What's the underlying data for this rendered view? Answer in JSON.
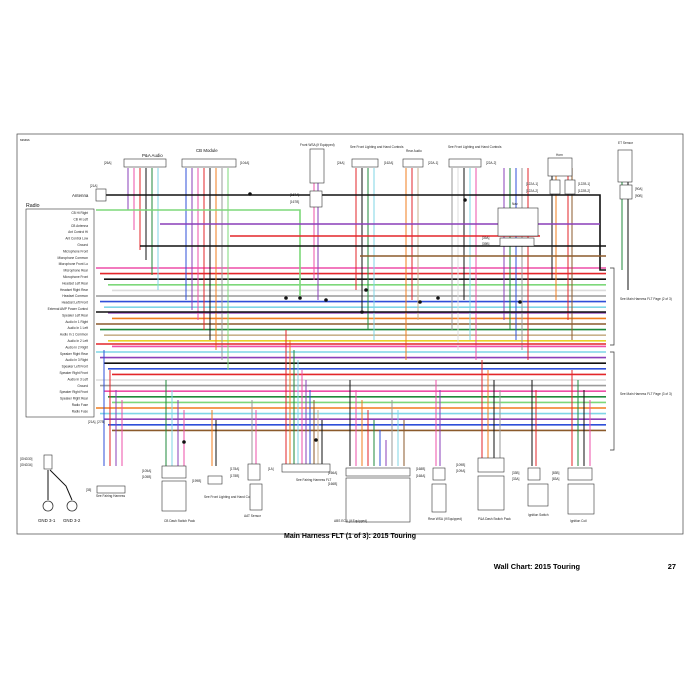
{
  "colors": {
    "black": "#111111",
    "red": "#e3262a",
    "green": "#1f8a3b",
    "lightgreen": "#7dd87a",
    "blue": "#2f4fd8",
    "lightblue": "#7fd6e6",
    "violet": "#8a3fb8",
    "pink": "#ee4fa8",
    "orange": "#f07c1e",
    "yellow": "#e8d22c",
    "brown": "#8b5a2b",
    "gray": "#9a9a9a",
    "tan": "#c8b28c",
    "white": "#dcdcdc"
  },
  "doc_id": "ssssss",
  "caption": "Main Harness FLT (1 of 3): 2015 Touring",
  "footer": {
    "left": "Wall Chart: 2015 Touring",
    "page": "27"
  },
  "components": {
    "radio": {
      "label": "Radio",
      "connector": "[21A], [27B]"
    },
    "pa_audio": {
      "label": "P&A Audio",
      "connector": "[26A]"
    },
    "cb_module": {
      "label": "CB Module",
      "connector": "[104A]"
    },
    "antenna": {
      "label": "Antenna",
      "connector": "[21A]"
    },
    "front_wsa": {
      "label": "Front WSA (If Equipped)",
      "connectors": [
        "[167A]",
        "[167B]"
      ]
    },
    "front_lighting_1": {
      "label": "See Front Lighting and Hand Controls",
      "connector": "[24A]"
    },
    "rear_audio": {
      "label": "Rear Audio",
      "connector": "[162A]"
    },
    "front_lighting_2": {
      "label": "See Front Lighting and Hand Controls",
      "connectors": [
        "[22A-1]",
        "[22A-2]"
      ]
    },
    "horn": {
      "label": "Horn",
      "connectors": [
        "[122A-1]",
        "[122A-2]",
        "[122B-1]",
        "[122B-2]"
      ]
    },
    "et_sensor": {
      "label": "ET Sensor",
      "connectors": [
        "[90A]",
        "[90B]"
      ]
    },
    "nav": {
      "label": "Nav",
      "connectors": [
        "[39A]",
        "[39B]"
      ]
    },
    "see_main_2": {
      "label": "See Main Harness FLT Page (2 of 3)"
    },
    "see_main_3": {
      "label": "See Main Harness FLT Page (3 of 3)"
    },
    "gnd": {
      "labels": [
        "GND 3-1",
        "GND 3-2"
      ],
      "connectors": [
        "[GND30]",
        "[GND34]"
      ]
    },
    "fairing": {
      "label": "See Fairing Harness",
      "connector": "[35]"
    },
    "cb_switch": {
      "label": "CB Dash Switch Pack",
      "connectors": [
        "[105A]",
        "[105B]"
      ]
    },
    "front_lighting_3": {
      "label": "See Front Lighting and Hand Controls",
      "connector": "[199B]"
    },
    "aat_sensor": {
      "label": "AAT Sensor",
      "connectors": [
        "[178A]",
        "[178B]"
      ]
    },
    "fairing_flt": {
      "label": "See Fairing Harness FLT",
      "connector": "[1A]"
    },
    "abs_ecu": {
      "label": "ABS ECU (If Equipped)",
      "connectors": [
        "[166A]",
        "[166B]"
      ]
    },
    "rear_wsa": {
      "label": "Rear WSA (If Equipped)",
      "connectors": [
        "[168B]",
        "[168A]"
      ]
    },
    "pa_switch": {
      "label": "P&A Dash Switch Pack",
      "connectors": [
        "[109B]",
        "[109A]"
      ]
    },
    "ignition_switch": {
      "label": "Ignition Switch",
      "connectors": [
        "[33B]",
        "[33A]"
      ]
    },
    "ignition_coil": {
      "label": "Ignition Coil",
      "connectors": [
        "[83B]",
        "[83A]"
      ]
    }
  },
  "radio_pins": [
    "CB Hi Right",
    "CB Hi Left",
    "CB Antenna",
    "Ant Control Hi",
    "Ant Control Low",
    "Ground",
    "Microphone Front",
    "Microphone Common",
    "Microphone Front Lo",
    "Microphone Rear",
    "Microphone Front",
    "Headset Left Rear",
    "Headset Right Rear",
    "Headset Common",
    "Headset Left Front",
    "External AMP Power Control",
    "Speaker Left Rear",
    "Audio In 1 Right",
    "Audio In 1 Left",
    "Audio In 1 Common",
    "Audio In 2 Left",
    "Audio In 2 Right",
    "Speaker Right Rear",
    "Audio In 3 Right",
    "Speaker Left Front",
    "Speaker Right Front",
    "Audio In 3 Left",
    "Ground",
    "Speaker Right Front",
    "Speaker Right Rear",
    "Radio Fuse",
    "Radio Fuse"
  ]
}
